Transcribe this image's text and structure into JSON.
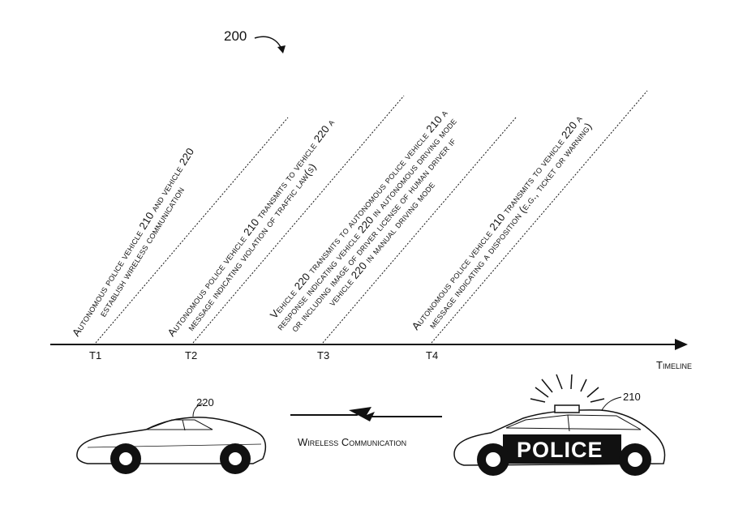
{
  "figure_ref": "200",
  "timeline": {
    "label": "Timeline",
    "ticks": [
      "T1",
      "T2",
      "T3",
      "T4"
    ]
  },
  "events": [
    {
      "lines": [
        "Autonomous police vehicle 210 and vehicle 220",
        "establish wireless communication"
      ]
    },
    {
      "lines": [
        "Autonomous police vehicle 210 transmits to vehicle 220 a",
        "message indicating violation of traffic law(s)"
      ]
    },
    {
      "lines": [
        "Vehicle 220 transmits to autonomous police vehicle 210 a",
        "response indicating vehicle 220 in autonomous driving mode",
        "or including image of driver license of human driver if",
        "vehicle 220 in manual driving mode"
      ]
    },
    {
      "lines": [
        "Autonomous police vehicle 210 transmits to vehicle 220 a",
        "message indicating a disposition (e.g., ticket or warning)"
      ]
    }
  ],
  "vehicles": {
    "civilian_ref": "220",
    "police_ref": "210",
    "police_text": "POLICE"
  },
  "wireless_label": "Wireless Communication"
}
